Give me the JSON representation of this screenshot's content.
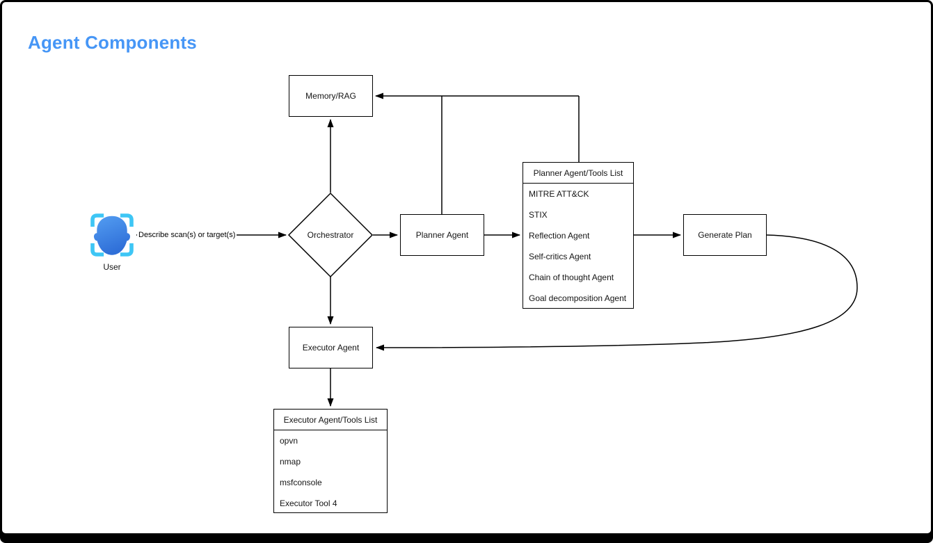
{
  "title": "Agent Components",
  "diagram": {
    "user": {
      "label": "User"
    },
    "edges": {
      "user_to_orchestrator_label": "Describe scan(s) or target(s)"
    },
    "orchestrator": {
      "label": "Orchestrator"
    },
    "memory": {
      "label": "Memory/RAG"
    },
    "planner": {
      "label": "Planner Agent"
    },
    "planner_tools": {
      "header": "Planner Agent/Tools List",
      "items": [
        "MITRE ATT&CK",
        "STIX",
        "Reflection Agent",
        "Self-critics Agent",
        "Chain of thought Agent",
        "Goal decomposition Agent"
      ]
    },
    "generate_plan": {
      "label": "Generate Plan"
    },
    "executor": {
      "label": "Executor Agent"
    },
    "executor_tools": {
      "header": "Executor Agent/Tools List",
      "items": [
        "opvn",
        "nmap",
        "msfconsole",
        "Executor Tool 4"
      ]
    }
  },
  "colors": {
    "title": "#4696F6",
    "bracket_cyan": "#3EC6F5",
    "head_blue_top": "#549EF2",
    "head_blue_bottom": "#2F6FD8",
    "line": "#000000",
    "canvas": "#FFFFFF",
    "frame": "#000000"
  }
}
